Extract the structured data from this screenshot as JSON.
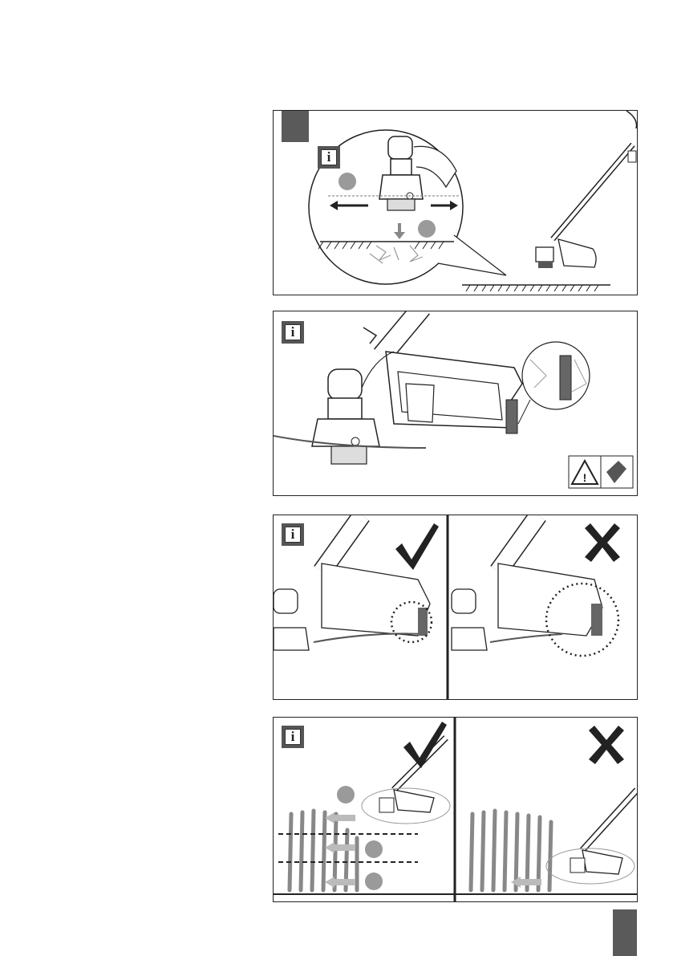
{
  "document": {
    "panels": [
      {
        "id": "panel-1",
        "info_label": "i",
        "has_zoom_circle": true,
        "markers": 2
      },
      {
        "id": "panel-2",
        "info_label": "i",
        "warning_sign": "warning-cut-hazard-icon"
      },
      {
        "id": "panel-3",
        "info_label": "i",
        "left": "correct-check-icon",
        "right": "incorrect-cross-icon"
      },
      {
        "id": "panel-4",
        "info_label": "i",
        "left": "correct-check-icon",
        "right": "incorrect-cross-icon",
        "markers": 3
      }
    ]
  },
  "colors": {
    "tab": "#5a5a5a",
    "marker": "#9a9a9a",
    "ink": "#222222"
  }
}
